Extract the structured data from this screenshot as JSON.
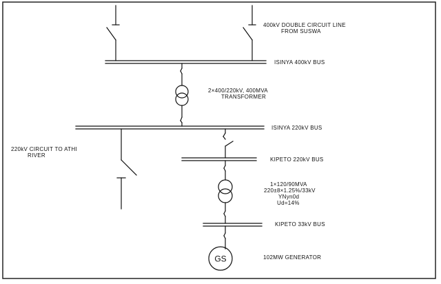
{
  "diagram": {
    "type": "single-line-diagram",
    "line_color": "#111111",
    "frame_color": "#222222",
    "labels": {
      "incoming_line": [
        "400kV DOUBLE CIRCUIT  LINE",
        "FROM SUSWA"
      ],
      "bus_400": "ISINYA 400kV BUS",
      "transformer_400_220": [
        "2×400/220kV, 400MVA",
        "TRANSFORMER"
      ],
      "bus_220_isinya": "ISINYA 220kV BUS",
      "athi_circuit": [
        "220kV CIRCUIT TO ATHI",
        "RIVER"
      ],
      "bus_220_kipeto": "KIPETO 220kV BUS",
      "transformer_kipeto": [
        "1×120/90MVA",
        "220±8×1.25%/33kV",
        "YNyn0d",
        "Ud=14%"
      ],
      "bus_33_kipeto": "KIPETO 33kV BUS",
      "generator_symbol": "GS",
      "generator": "102MW GENERATOR"
    }
  }
}
